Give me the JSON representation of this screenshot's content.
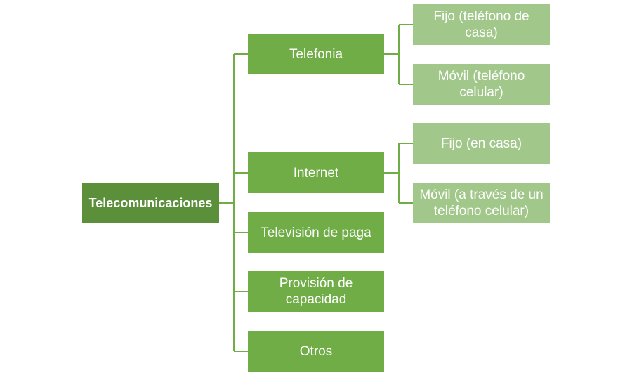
{
  "diagram": {
    "root": {
      "label": "Telecomunicaciones"
    },
    "categories": [
      {
        "label": "Telefonia",
        "children": [
          {
            "label": "Fijo (teléfono de casa)"
          },
          {
            "label": "Móvil (teléfono celular)"
          }
        ]
      },
      {
        "label": "Internet",
        "children": [
          {
            "label": "Fijo (en casa)"
          },
          {
            "label": "Móvil (a través de un teléfono celular)"
          }
        ]
      },
      {
        "label": "Televisión de paga"
      },
      {
        "label": "Provisión de capacidad"
      },
      {
        "label": "Otros"
      }
    ],
    "colors": {
      "root": "#5b8f3a",
      "level1": "#70ad47",
      "level2": "#a2c78a",
      "connector": "#70ad47"
    }
  }
}
